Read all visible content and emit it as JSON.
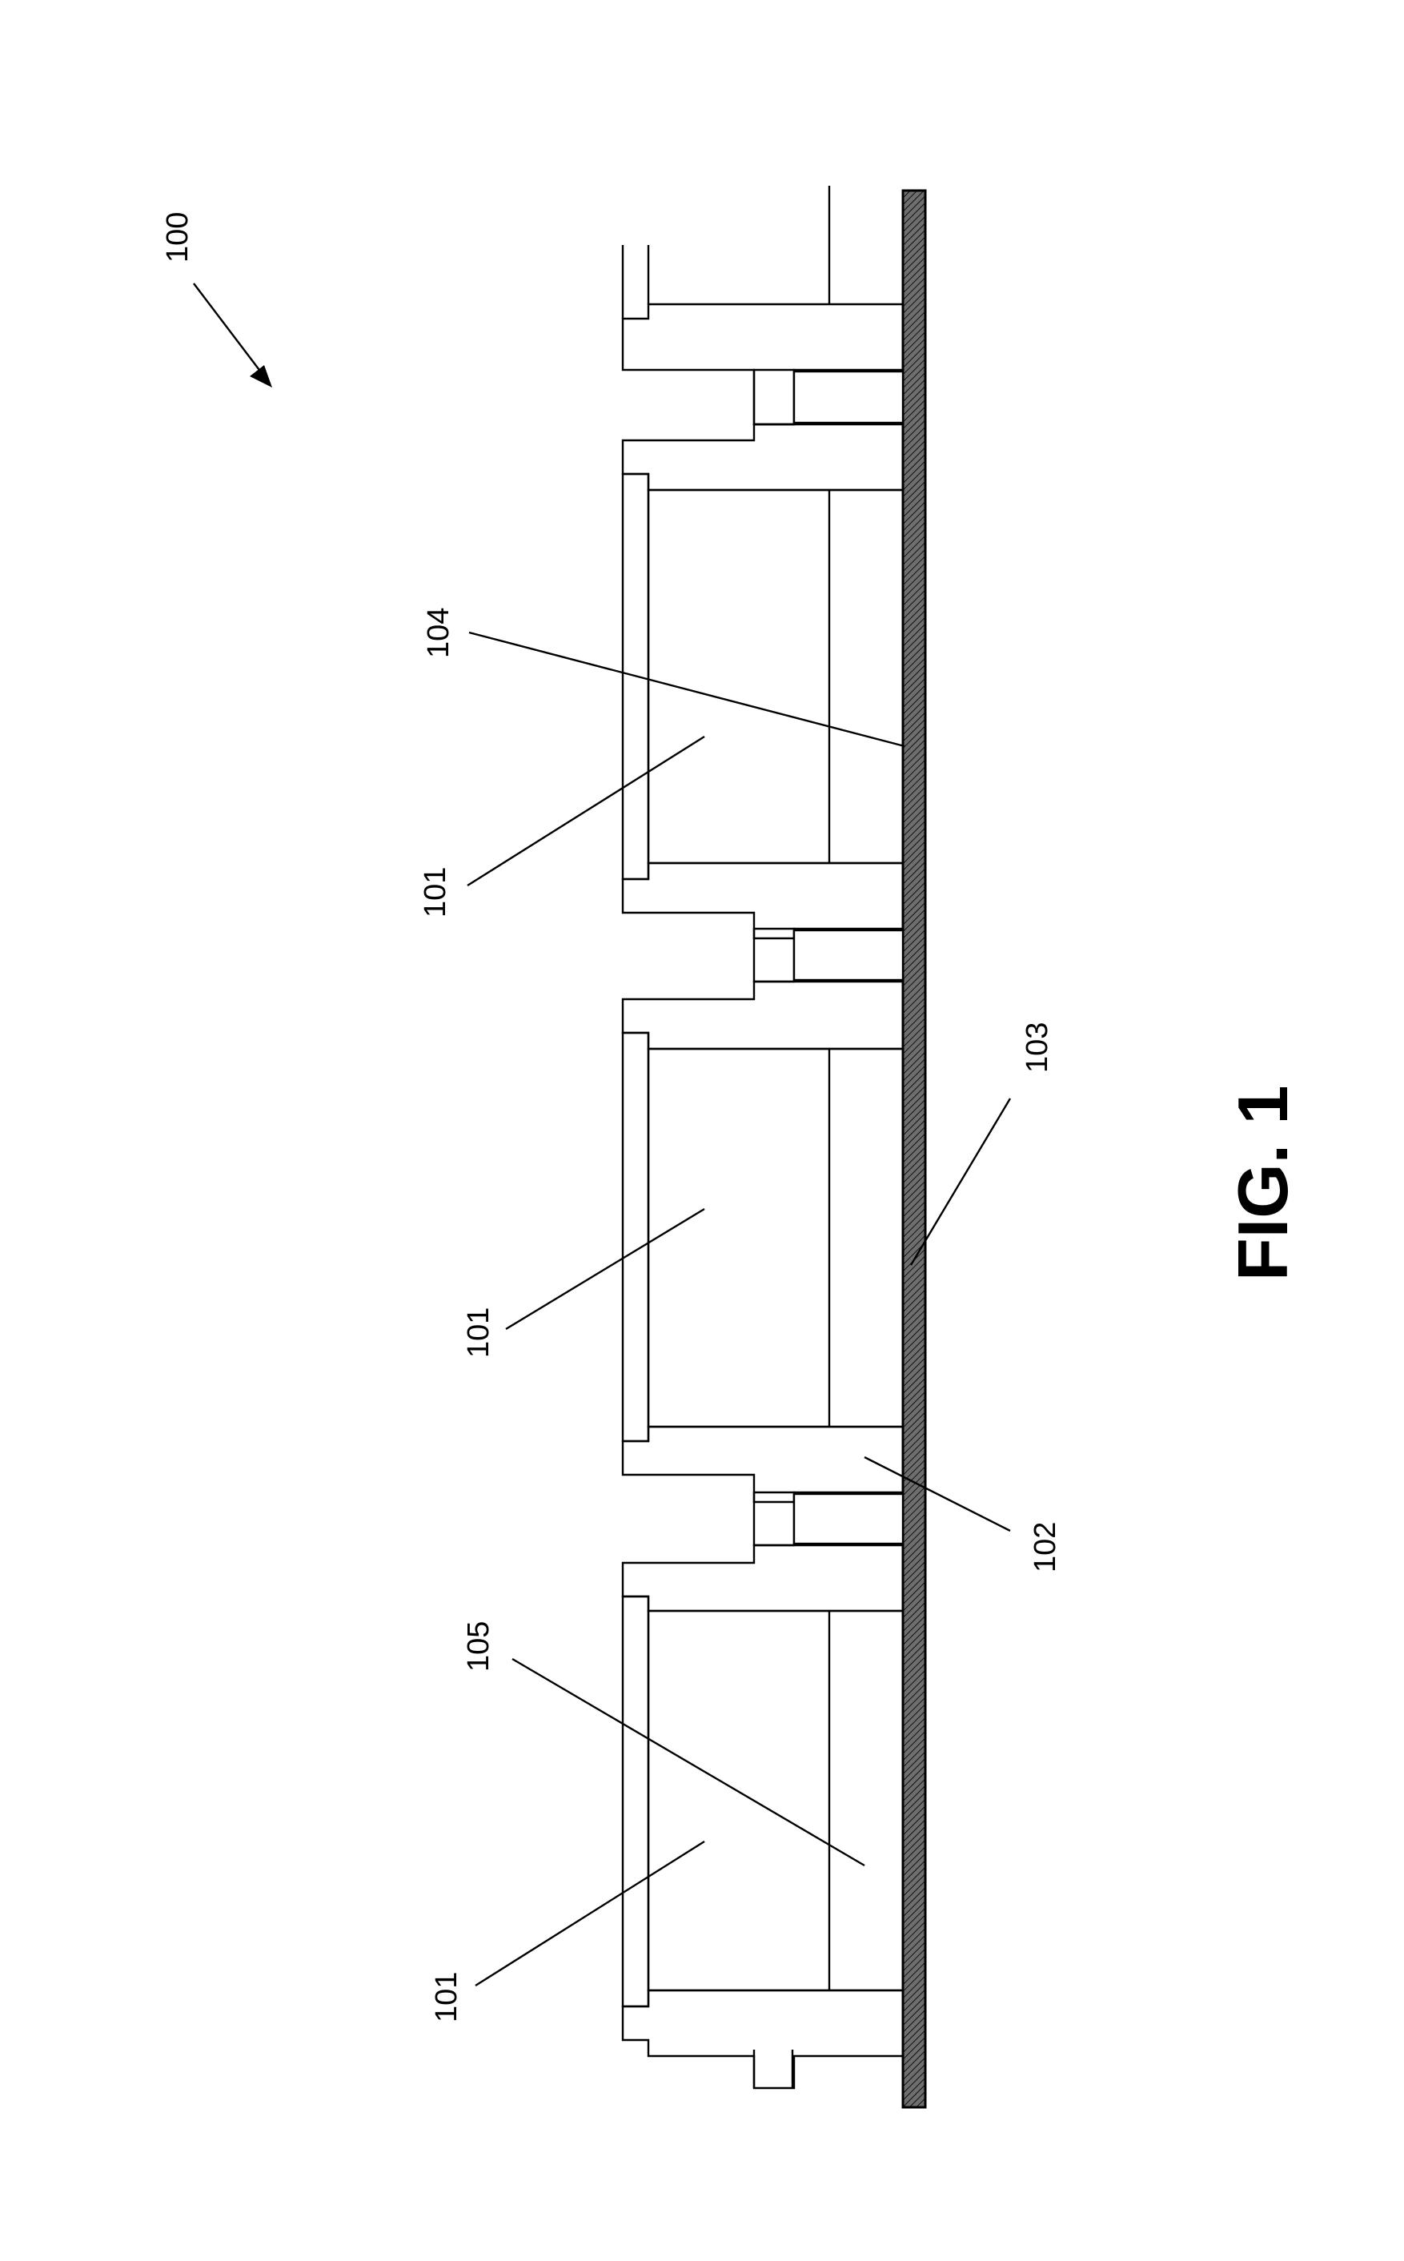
{
  "figure": {
    "caption": "FIG. 1",
    "labels": {
      "ref_100": "100",
      "ref_104": "104",
      "ref_101_right": "101",
      "ref_101_middle": "101",
      "ref_103": "103",
      "ref_105": "105",
      "ref_102": "102",
      "ref_101_left": "101"
    },
    "colors": {
      "ink": "#000000",
      "substrate": "#6e6e6e",
      "paper": "#ffffff"
    }
  }
}
